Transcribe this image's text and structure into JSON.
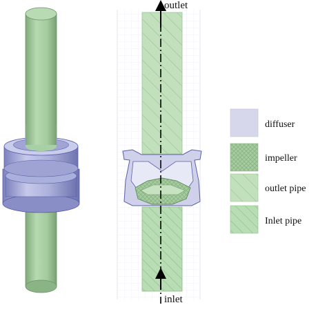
{
  "flow": {
    "outlet_label": "outlet",
    "inlet_label": "inlet"
  },
  "legend": {
    "items": [
      {
        "key": "diffuser",
        "label": "diffuser",
        "color": "#d6d7ea"
      },
      {
        "key": "impeller",
        "label": "impeller",
        "color": "#a7cba1"
      },
      {
        "key": "outlet_pipe",
        "label": "outlet pipe",
        "color": "#c3e0bd"
      },
      {
        "key": "inlet_pipe",
        "label": "Inlet pipe",
        "color": "#b8ddb4"
      }
    ]
  },
  "colors": {
    "pipe": "#a9cfa4",
    "pipe_dark": "#7faa7a",
    "diffuser": "#b9bde0",
    "diffuser_dark": "#8a8ec6",
    "outline": "#5a5fa8",
    "grid": "#dcdff0"
  }
}
